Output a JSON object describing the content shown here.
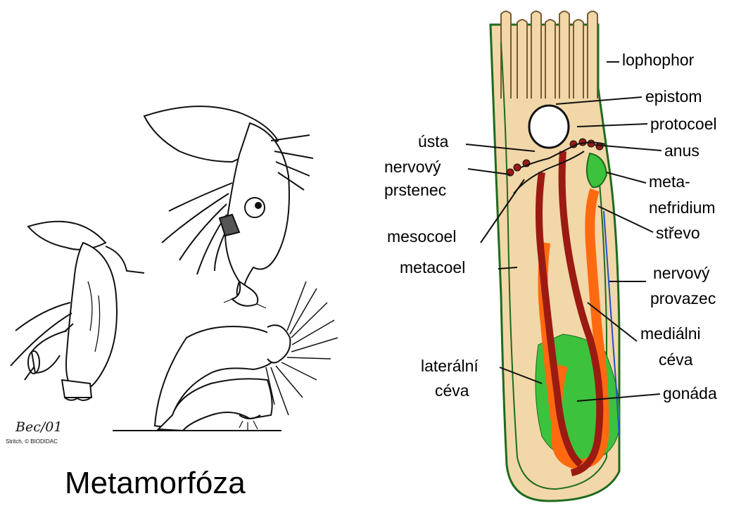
{
  "caption": "Metamorfóza",
  "credit": {
    "signature": "Bec/01",
    "source": "Stritch, © BIODIDAC"
  },
  "labels": {
    "lophophor": "lophophor",
    "epistom": "epistom",
    "protocoel": "protocoel",
    "anus": "anus",
    "meta": "meta-",
    "nefridium": "nefridium",
    "strevo": "střevo",
    "nervovy1": "nervový",
    "provazec": "provazec",
    "medialni": "mediálni",
    "ceva1": "céva",
    "gonada": "gonáda",
    "usta": "ústa",
    "nervovy2": "nervový",
    "prstenec": "prstenec",
    "mesocoel": "mesocoel",
    "metacoel": "metacoel",
    "lateralni": "laterální",
    "ceva2": "céva"
  },
  "colors": {
    "body": "#f2d7a8",
    "outline": "#1e6b1e",
    "vessel": "#9b1a12",
    "intestine": "#ff6a10",
    "gonad": "#3cc23c",
    "nerve": "#2050c8"
  }
}
